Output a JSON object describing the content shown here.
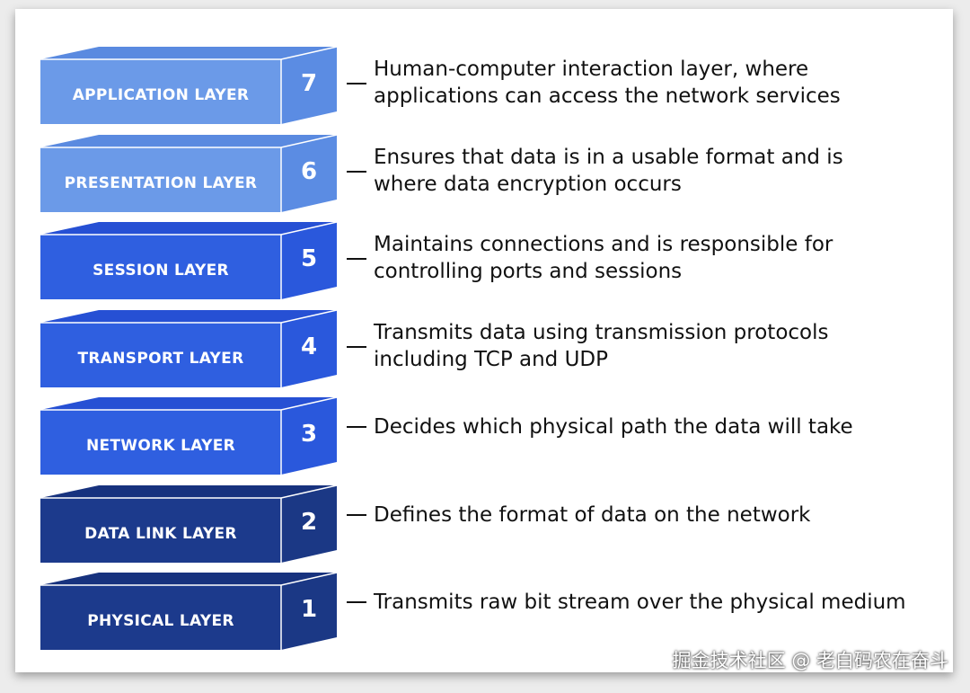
{
  "layers": [
    {
      "number": "7",
      "name": "APPLICATION LAYER",
      "description_lines": [
        "Human-computer interaction layer, where",
        "applications can access the network services"
      ],
      "colors": {
        "front": "#6b9ae8",
        "top": "#5a8ae0",
        "side": "#5b8ce3"
      }
    },
    {
      "number": "6",
      "name": "PRESENTATION LAYER",
      "description_lines": [
        "Ensures that data is in a usable format and is",
        "where data encryption occurs"
      ],
      "colors": {
        "front": "#6b9ae8",
        "top": "#5a8ae0",
        "side": "#5b8ce3"
      }
    },
    {
      "number": "5",
      "name": "SESSION LAYER",
      "description_lines": [
        "Maintains connections and is responsible for",
        "controlling ports and sessions"
      ],
      "colors": {
        "front": "#2f5fe0",
        "top": "#2650d4",
        "side": "#2a58dc"
      }
    },
    {
      "number": "4",
      "name": "TRANSPORT LAYER",
      "description_lines": [
        "Transmits data using transmission protocols",
        "including TCP and UDP"
      ],
      "colors": {
        "front": "#2f5fe0",
        "top": "#2650d4",
        "side": "#2a58dc"
      }
    },
    {
      "number": "3",
      "name": "NETWORK LAYER",
      "description_lines": [
        "Decides which physical path the data will take"
      ],
      "colors": {
        "front": "#2f5fe0",
        "top": "#2650d4",
        "side": "#2a58dc"
      }
    },
    {
      "number": "2",
      "name": "DATA LINK LAYER",
      "description_lines": [
        "Defines the format of data on the network"
      ],
      "colors": {
        "front": "#1c3a8c",
        "top": "#17327e",
        "side": "#1b3885"
      }
    },
    {
      "number": "1",
      "name": "PHYSICAL LAYER",
      "description_lines": [
        "Transmits raw bit stream over the physical medium"
      ],
      "colors": {
        "front": "#1c3a8c",
        "top": "#17327e",
        "side": "#1b3885"
      }
    }
  ],
  "watermark": "掘金技术社区 @ 老白码农在奋斗"
}
